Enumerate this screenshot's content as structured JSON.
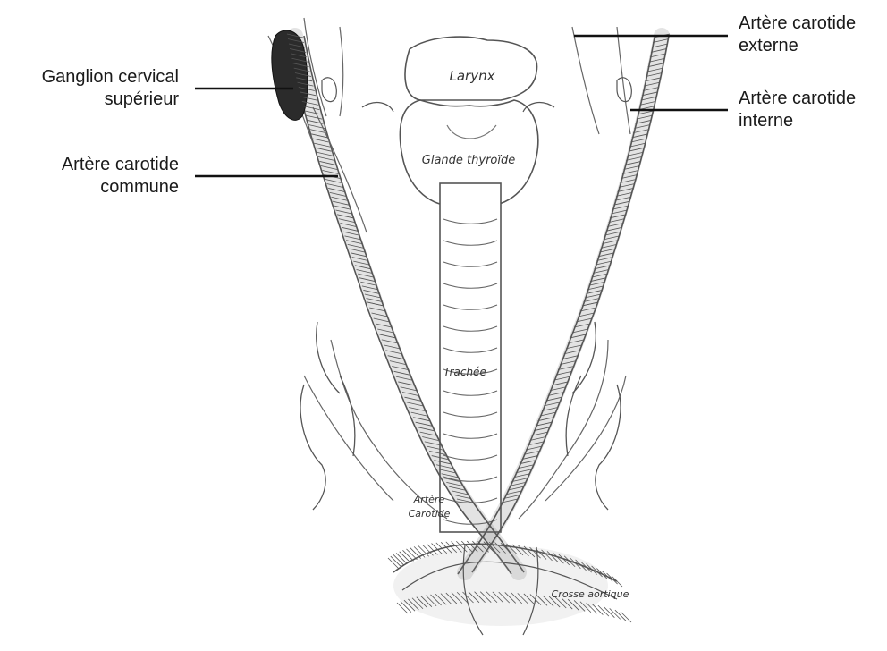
{
  "diagram": {
    "callouts": {
      "ganglion": {
        "line1": "Ganglion cervical",
        "line2": "supérieur"
      },
      "carotide_commune": {
        "line1": "Artère carotide",
        "line2": "commune"
      },
      "carotide_externe": {
        "line1": "Artère carotide",
        "line2": "externe"
      },
      "carotide_interne": {
        "line1": "Artère carotide",
        "line2": "interne"
      }
    },
    "inner_labels": {
      "larynx": "Larynx",
      "thyroide": "Glande thyroïde",
      "trachee": "Trachée",
      "artere_carotide_1": "Artère",
      "artere_carotide_2": "Carotide",
      "crosse_aortique": "Crosse aortique"
    }
  }
}
